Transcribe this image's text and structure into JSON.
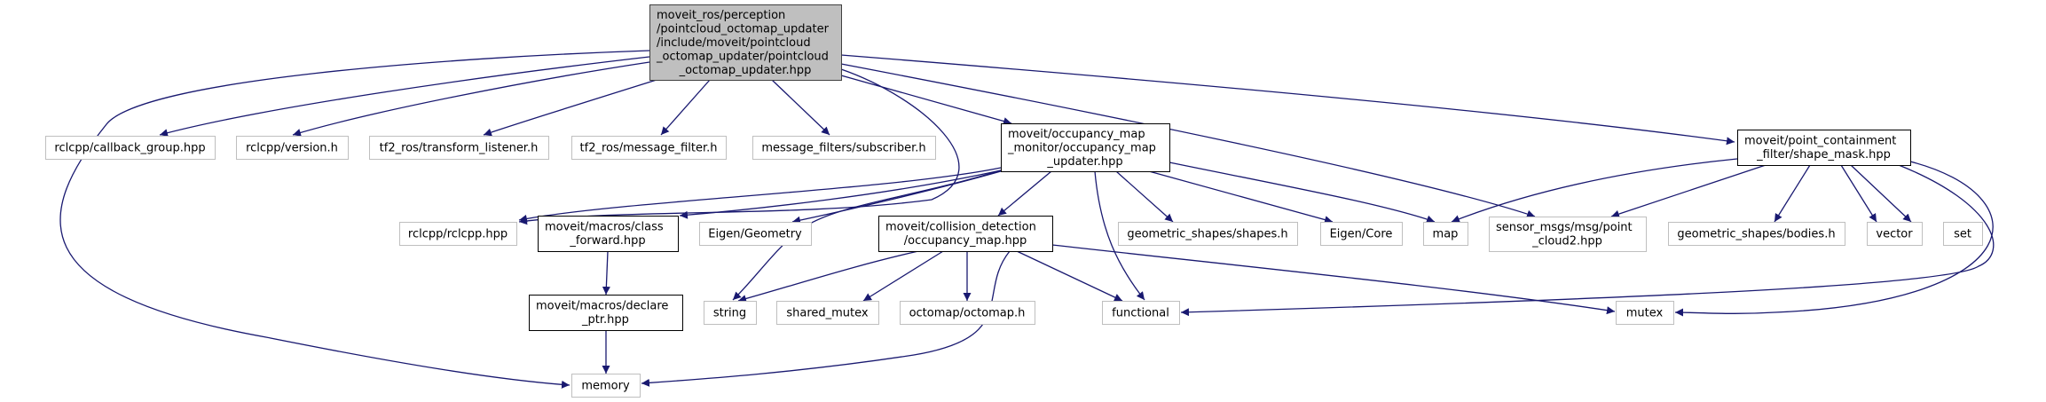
{
  "diagram": {
    "type": "include-dependency-graph",
    "colors": {
      "edge": "#191970",
      "root_fill": "#bfbfbf",
      "root_stroke": "#404040",
      "documented_stroke": "#000000",
      "external_stroke": "#bfbfbf",
      "node_fill": "#ffffff"
    },
    "nodes": [
      {
        "id": "root",
        "kind": "root",
        "lines": [
          "moveit_ros/perception",
          "/pointcloud_octomap_updater",
          "/include/moveit/pointcloud",
          "_octomap_updater/pointcloud",
          "_octomap_updater.hpp"
        ]
      },
      {
        "id": "callback_group",
        "kind": "external",
        "lines": [
          "rclcpp/callback_group.hpp"
        ]
      },
      {
        "id": "version",
        "kind": "external",
        "lines": [
          "rclcpp/version.h"
        ]
      },
      {
        "id": "transform_listener",
        "kind": "external",
        "lines": [
          "tf2_ros/transform_listener.h"
        ]
      },
      {
        "id": "message_filter",
        "kind": "external",
        "lines": [
          "tf2_ros/message_filter.h"
        ]
      },
      {
        "id": "subscriber",
        "kind": "external",
        "lines": [
          "message_filters/subscriber.h"
        ]
      },
      {
        "id": "occupancy_map_updater",
        "kind": "documented",
        "lines": [
          "moveit/occupancy_map",
          "_monitor/occupancy_map",
          "_updater.hpp"
        ]
      },
      {
        "id": "shape_mask",
        "kind": "documented",
        "lines": [
          "moveit/point_containment",
          "_filter/shape_mask.hpp"
        ]
      },
      {
        "id": "rclcpp",
        "kind": "external",
        "lines": [
          "rclcpp/rclcpp.hpp"
        ]
      },
      {
        "id": "class_forward",
        "kind": "documented",
        "lines": [
          "moveit/macros/class",
          "_forward.hpp"
        ]
      },
      {
        "id": "eigen_geometry",
        "kind": "external",
        "lines": [
          "Eigen/Geometry"
        ]
      },
      {
        "id": "occupancy_map",
        "kind": "documented",
        "lines": [
          "moveit/collision_detection",
          "/occupancy_map.hpp"
        ]
      },
      {
        "id": "shapes",
        "kind": "external",
        "lines": [
          "geometric_shapes/shapes.h"
        ]
      },
      {
        "id": "eigen_core",
        "kind": "external",
        "lines": [
          "Eigen/Core"
        ]
      },
      {
        "id": "map",
        "kind": "external",
        "lines": [
          "map"
        ]
      },
      {
        "id": "point_cloud2",
        "kind": "external",
        "lines": [
          "sensor_msgs/msg/point",
          "_cloud2.hpp"
        ]
      },
      {
        "id": "bodies",
        "kind": "external",
        "lines": [
          "geometric_shapes/bodies.h"
        ]
      },
      {
        "id": "vector",
        "kind": "external",
        "lines": [
          "vector"
        ]
      },
      {
        "id": "set",
        "kind": "external",
        "lines": [
          "set"
        ]
      },
      {
        "id": "declare_ptr",
        "kind": "documented",
        "lines": [
          "moveit/macros/declare",
          "_ptr.hpp"
        ]
      },
      {
        "id": "string",
        "kind": "external",
        "lines": [
          "string"
        ]
      },
      {
        "id": "shared_mutex",
        "kind": "external",
        "lines": [
          "shared_mutex"
        ]
      },
      {
        "id": "octomap",
        "kind": "external",
        "lines": [
          "octomap/octomap.h"
        ]
      },
      {
        "id": "functional",
        "kind": "external",
        "lines": [
          "functional"
        ]
      },
      {
        "id": "mutex",
        "kind": "external",
        "lines": [
          "mutex"
        ]
      },
      {
        "id": "memory",
        "kind": "external",
        "lines": [
          "memory"
        ]
      }
    ],
    "edges": [
      {
        "from": "root",
        "to": "memory"
      },
      {
        "from": "root",
        "to": "callback_group"
      },
      {
        "from": "root",
        "to": "version"
      },
      {
        "from": "root",
        "to": "transform_listener"
      },
      {
        "from": "root",
        "to": "message_filter"
      },
      {
        "from": "root",
        "to": "subscriber"
      },
      {
        "from": "root",
        "to": "rclcpp"
      },
      {
        "from": "root",
        "to": "occupancy_map_updater"
      },
      {
        "from": "root",
        "to": "point_cloud2"
      },
      {
        "from": "root",
        "to": "shape_mask"
      },
      {
        "from": "occupancy_map_updater",
        "to": "rclcpp"
      },
      {
        "from": "occupancy_map_updater",
        "to": "class_forward"
      },
      {
        "from": "occupancy_map_updater",
        "to": "eigen_geometry"
      },
      {
        "from": "occupancy_map_updater",
        "to": "string"
      },
      {
        "from": "occupancy_map_updater",
        "to": "occupancy_map"
      },
      {
        "from": "occupancy_map_updater",
        "to": "functional"
      },
      {
        "from": "occupancy_map_updater",
        "to": "shapes"
      },
      {
        "from": "occupancy_map_updater",
        "to": "eigen_core"
      },
      {
        "from": "occupancy_map_updater",
        "to": "map"
      },
      {
        "from": "class_forward",
        "to": "declare_ptr"
      },
      {
        "from": "declare_ptr",
        "to": "memory"
      },
      {
        "from": "occupancy_map",
        "to": "string"
      },
      {
        "from": "occupancy_map",
        "to": "shared_mutex"
      },
      {
        "from": "occupancy_map",
        "to": "octomap"
      },
      {
        "from": "occupancy_map",
        "to": "functional"
      },
      {
        "from": "occupancy_map",
        "to": "memory"
      },
      {
        "from": "occupancy_map",
        "to": "mutex"
      },
      {
        "from": "shape_mask",
        "to": "map"
      },
      {
        "from": "shape_mask",
        "to": "point_cloud2"
      },
      {
        "from": "shape_mask",
        "to": "bodies"
      },
      {
        "from": "shape_mask",
        "to": "vector"
      },
      {
        "from": "shape_mask",
        "to": "set"
      },
      {
        "from": "shape_mask",
        "to": "functional"
      },
      {
        "from": "shape_mask",
        "to": "mutex"
      }
    ]
  }
}
